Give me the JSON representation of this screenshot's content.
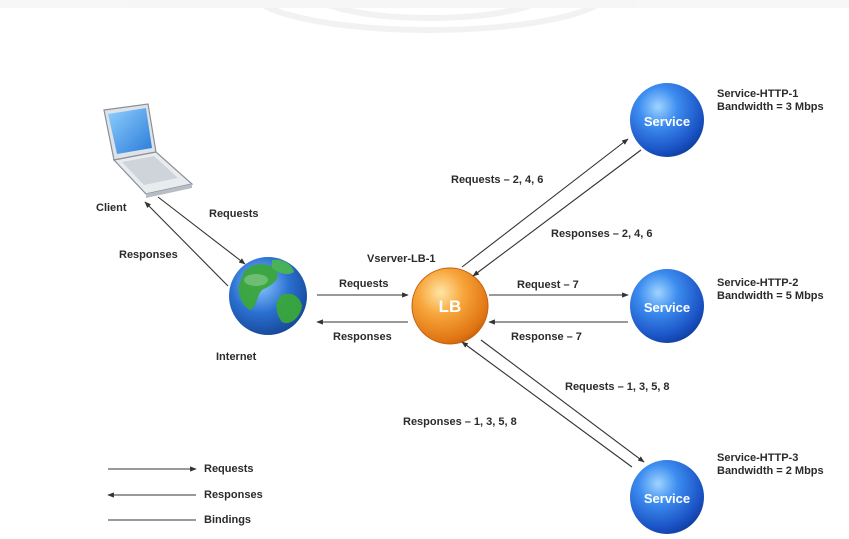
{
  "diagram": {
    "client": {
      "label": "Client"
    },
    "internet": {
      "label": "Internet"
    },
    "lb": {
      "name": "Vserver-LB-1",
      "text": "LB"
    },
    "services": [
      {
        "text": "Service",
        "name": "Service-HTTP-1",
        "bandwidth": "Bandwidth = 3 Mbps",
        "requests": "Requests – 2, 4, 6",
        "responses": "Responses – 2, 4, 6"
      },
      {
        "text": "Service",
        "name": "Service-HTTP-2",
        "bandwidth": "Bandwidth = 5 Mbps",
        "requests": "Request – 7",
        "responses": "Response – 7"
      },
      {
        "text": "Service",
        "name": "Service-HTTP-3",
        "bandwidth": "Bandwidth = 2 Mbps",
        "requests": "Requests – 1, 3, 5, 8",
        "responses": "Responses – 1, 3, 5, 8"
      }
    ],
    "client_links": {
      "requests": "Requests",
      "responses": "Responses"
    },
    "internet_links": {
      "requests": "Requests",
      "responses": "Responses"
    }
  },
  "legend": [
    {
      "label": "Requests",
      "style": "arrow-right"
    },
    {
      "label": "Responses",
      "style": "arrow-left"
    },
    {
      "label": "Bindings",
      "style": "line"
    }
  ],
  "colors": {
    "service_blue": "#1f5fd6",
    "lb_orange": "#f08c1a",
    "ocean": "#2a6fd0",
    "land": "#3aa63a",
    "line": "#333333"
  }
}
